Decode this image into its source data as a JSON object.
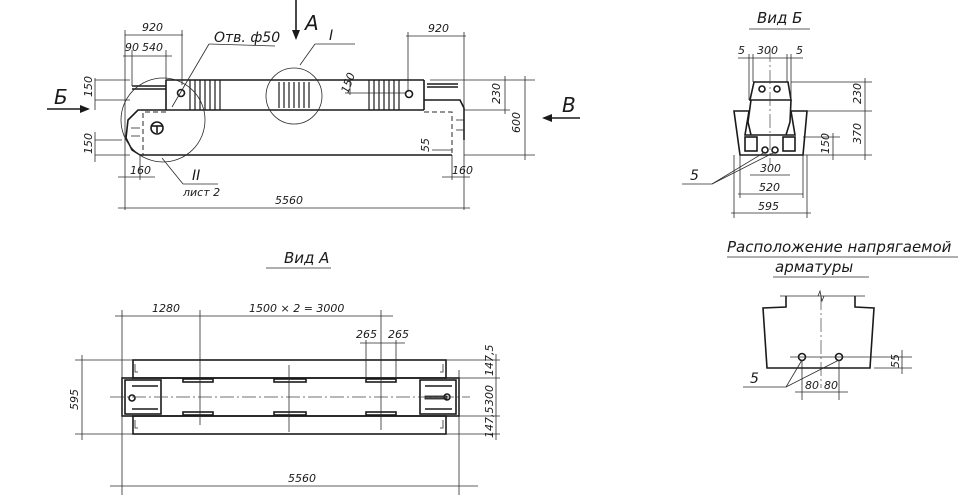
{
  "drawing": {
    "background": "#ffffff",
    "ink_color": "#1a1a1a"
  },
  "front_view": {
    "view_marker_A": "А",
    "view_marker_B_left": "Б",
    "view_marker_V_right": "В",
    "callout_I": "I",
    "callout_II": "II",
    "callout_II_sheet": "лист 2",
    "hole_label": "Отв. ф50",
    "dims": {
      "left_top_920": "920",
      "left_90": "90",
      "left_540": "540",
      "right_top_920": "920",
      "left_150_top": "150",
      "left_150_bottom": "150",
      "mid_150": "150",
      "right_230": "230",
      "right_600": "600",
      "right_55": "55",
      "left_160": "160",
      "right_160": "160",
      "overall_length": "5560"
    }
  },
  "view_A": {
    "title": "Вид А",
    "dims": {
      "dim_1280": "1280",
      "dim_pitch": "1500 × 2 = 3000",
      "dim_265_a": "265",
      "dim_265_b": "265",
      "height_595": "595",
      "right_147_5_top": "147,5",
      "right_300": "300",
      "right_147_5_bottom": "147,5",
      "overall_length": "5560"
    }
  },
  "view_B": {
    "title": "Вид Б",
    "leader_5": "5",
    "dims": {
      "top_5_left": "5",
      "top_300": "300",
      "top_5_right": "5",
      "right_230": "230",
      "right_370": "370",
      "right_150": "150",
      "bottom_300": "300",
      "bottom_520": "520",
      "bottom_595": "595"
    }
  },
  "tendon_layout": {
    "title_line1": "Расположение напрягаемой",
    "title_line2": "арматуры",
    "leader_5": "5",
    "dims": {
      "left_80": "80",
      "right_80": "80",
      "edge_55": "55"
    }
  }
}
